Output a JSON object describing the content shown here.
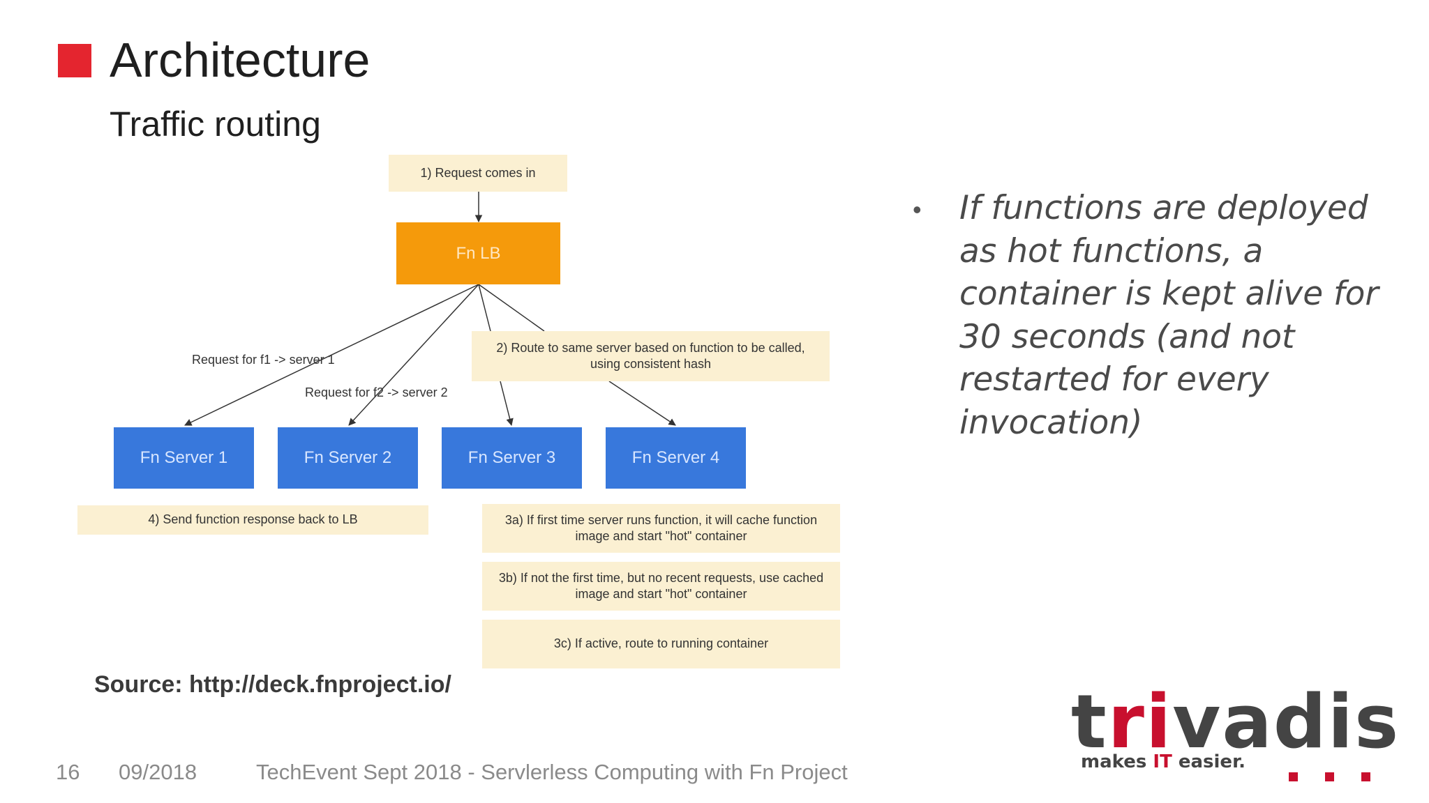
{
  "title": "Architecture",
  "subtitle": "Traffic routing",
  "diagram": {
    "step1": "1) Request comes in",
    "lb": "Fn LB",
    "step2": "2) Route to same server based on function to be called, using consistent hash",
    "edge_f1": "Request for f1 -> server 1",
    "edge_f2": "Request for f2 -> server 2",
    "servers": [
      "Fn Server 1",
      "Fn Server 2",
      "Fn Server 3",
      "Fn Server 4"
    ],
    "step4": "4) Send function response back to LB",
    "step3a": "3a) If first time server runs function, it will cache function image and start \"hot\" container",
    "step3b": "3b) If not the first time, but no recent requests, use cached image and start \"hot\" container",
    "step3c": "3c) If active, route to running container"
  },
  "source": "Source: http://deck.fnproject.io/",
  "bullet": {
    "symbol": "•",
    "text": "If functions are deployed as hot functions, a container is kept alive for 30 seconds (and not restarted for every invocation)"
  },
  "footer": {
    "page": "16",
    "date": "09/2018",
    "event": "TechEvent Sept 2018 - Servlerless Computing with Fn Project"
  },
  "logo": {
    "word_pre": "t",
    "word_accent": "ri",
    "word_post": "vadis",
    "tag_pre": "makes ",
    "tag_accent": "IT",
    "tag_post": " easier.",
    "accent_color": "#c8102e"
  },
  "colors": {
    "title_square": "#e4252f",
    "lb": "#f59a0b",
    "server": "#3878dc",
    "note": "#fbf0d2"
  }
}
